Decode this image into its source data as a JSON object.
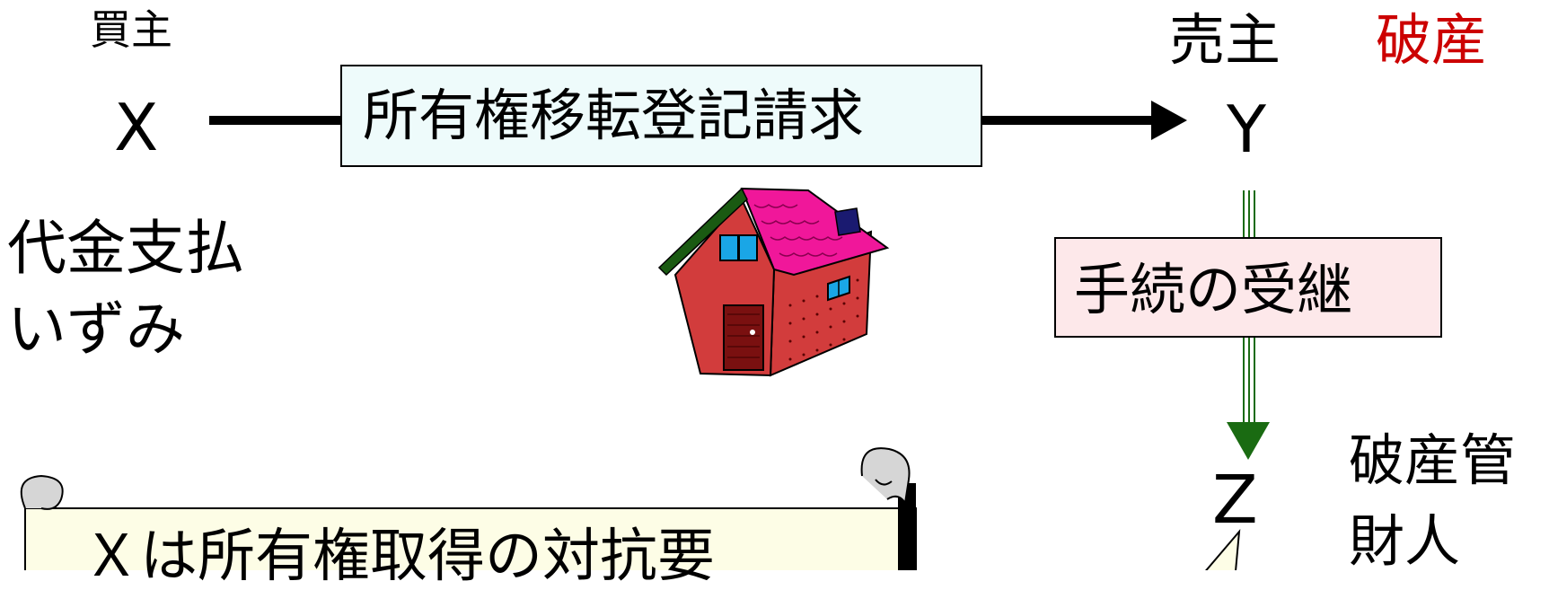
{
  "buyer": {
    "role": "買主",
    "letter": "X"
  },
  "seller": {
    "role": "売主",
    "status": "破産",
    "letter": "Y"
  },
  "trustee": {
    "letter": "Z",
    "role_line1": "破産管",
    "role_line2": "財人"
  },
  "buyer_note": {
    "line1": "代金支払",
    "line2": "いずみ"
  },
  "claim_box": {
    "label": "所有権移転登記請求"
  },
  "succession_box": {
    "label": "手続の受継"
  },
  "scroll": {
    "text": "Ｘは所有権取得の対抗要"
  },
  "colors": {
    "status_red": "#cc0000",
    "claim_box_fill": "#eefbfb",
    "succession_box_fill": "#fde8ea",
    "arrow_green": "#1a6b12",
    "scroll_fill": "#fdfde6",
    "house_wall": "#d23c3c",
    "house_roof": "#f0179a",
    "house_door": "#7a1010",
    "house_window": "#1aa6e6"
  },
  "icons": [
    "house-icon",
    "scroll-icon",
    "arrow-right-icon",
    "arrow-down-icon"
  ]
}
